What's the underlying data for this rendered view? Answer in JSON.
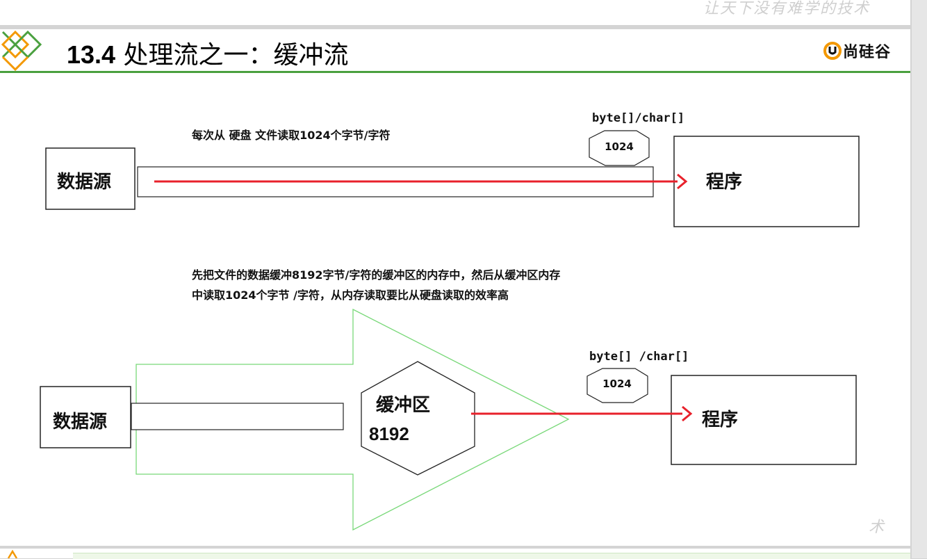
{
  "top_slide": {
    "slogan": "让天下没有难学的技术"
  },
  "header": {
    "number": "13.4",
    "title": "处理流之一：缓冲流",
    "logo_text": "尚硅谷"
  },
  "diagram_top": {
    "caption": "每次从 硬盘 文件读取1024个字节/字符",
    "source_label": "数据源",
    "program_label": "程序",
    "array_label": "byte[]/char[]",
    "array_size": "1024"
  },
  "diagram_bottom": {
    "caption_line1": "先把文件的数据缓冲8192字节/字符的缓冲区的内存中，然后从缓冲区内存",
    "caption_line2": "中读取1024个字节 /字符，从内存读取要比从硬盘读取的效率高",
    "source_label": "数据源",
    "buffer_label": "缓冲区",
    "buffer_size": "8192",
    "array_label": "byte[] /char[]",
    "array_size": "1024",
    "program_label": "程序"
  },
  "colors": {
    "arrow_red": "#e8212b",
    "outline_green": "#78d878",
    "rule_green": "#4aa03f",
    "logo_orange": "#f39800"
  },
  "icons": [
    "diamond-logo-icon",
    "shanggugu-logo-icon"
  ],
  "watermark_fragment": "术"
}
